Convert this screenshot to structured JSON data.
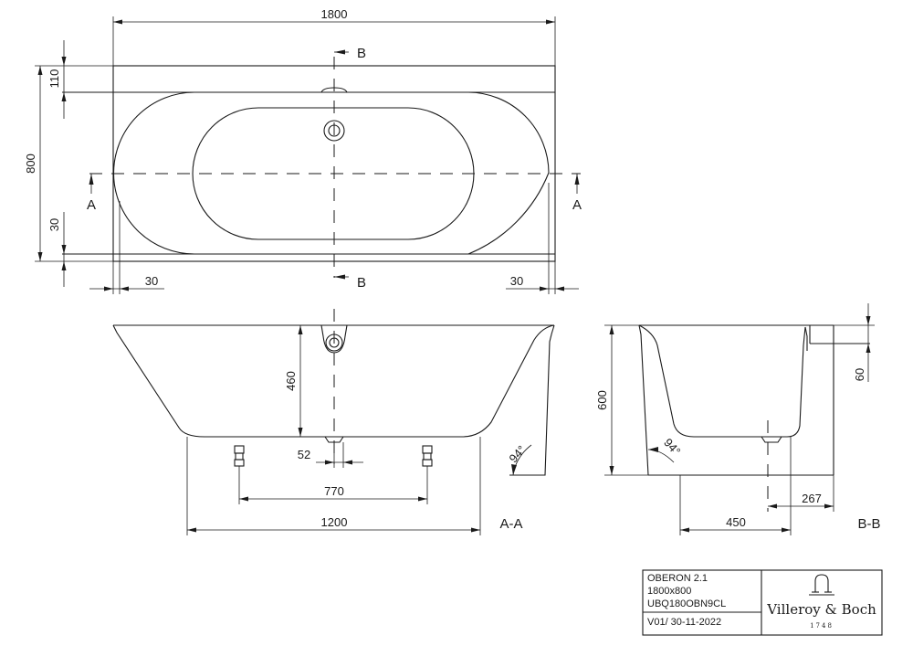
{
  "dimensions": {
    "top_length": "1800",
    "top_width": "800",
    "top_rim": "110",
    "top_gap": "30",
    "top_left_offset": "30",
    "top_right_offset": "30",
    "aa_depth": "460",
    "aa_drain": "52",
    "aa_feet": "770",
    "aa_base": "1200",
    "aa_angle": "94°",
    "bb_height": "600",
    "bb_step": "60",
    "bb_angle": "94°",
    "bb_base": "450",
    "bb_drain": "267"
  },
  "section_markers": {
    "a_left": "A",
    "a_right": "A",
    "b_top": "B",
    "b_bottom": "B"
  },
  "section_titles": {
    "aa": "A-A",
    "bb": "B-B"
  },
  "title_block": {
    "product": "OBERON 2.1",
    "size": "1800x800",
    "code": "UBQ180OBN9CL",
    "version": "V01/ 30-11-2022",
    "brand": "Villeroy & Boch",
    "since": "1748"
  },
  "icons": [
    "faucet-logo-icon"
  ]
}
